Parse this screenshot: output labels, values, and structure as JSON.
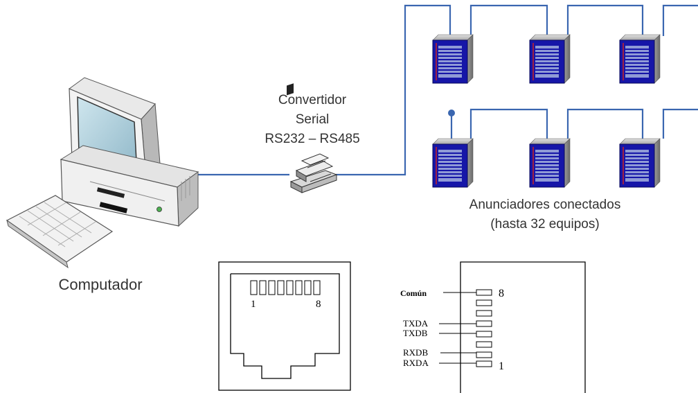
{
  "computer": {
    "label": "Computador"
  },
  "converter": {
    "line1": "Convertidor",
    "line2": "Serial",
    "line3": "RS232 – RS485"
  },
  "annunciators": {
    "caption_line1": "Anunciadores conectados",
    "caption_line2": "(hasta 32 equipos)"
  },
  "rj45_front": {
    "pin_first": "1",
    "pin_last": "8"
  },
  "pinout": {
    "pin_top": "8",
    "pin_bottom": "1",
    "labels": [
      "Común",
      "TXDA",
      "TXDB",
      "RXDB",
      "RXDA"
    ]
  },
  "colors": {
    "bus": "#3a66b0",
    "device_face": "#1616a8",
    "device_stripe": "#8f9ad6",
    "device_body": "#8a8a8a"
  }
}
